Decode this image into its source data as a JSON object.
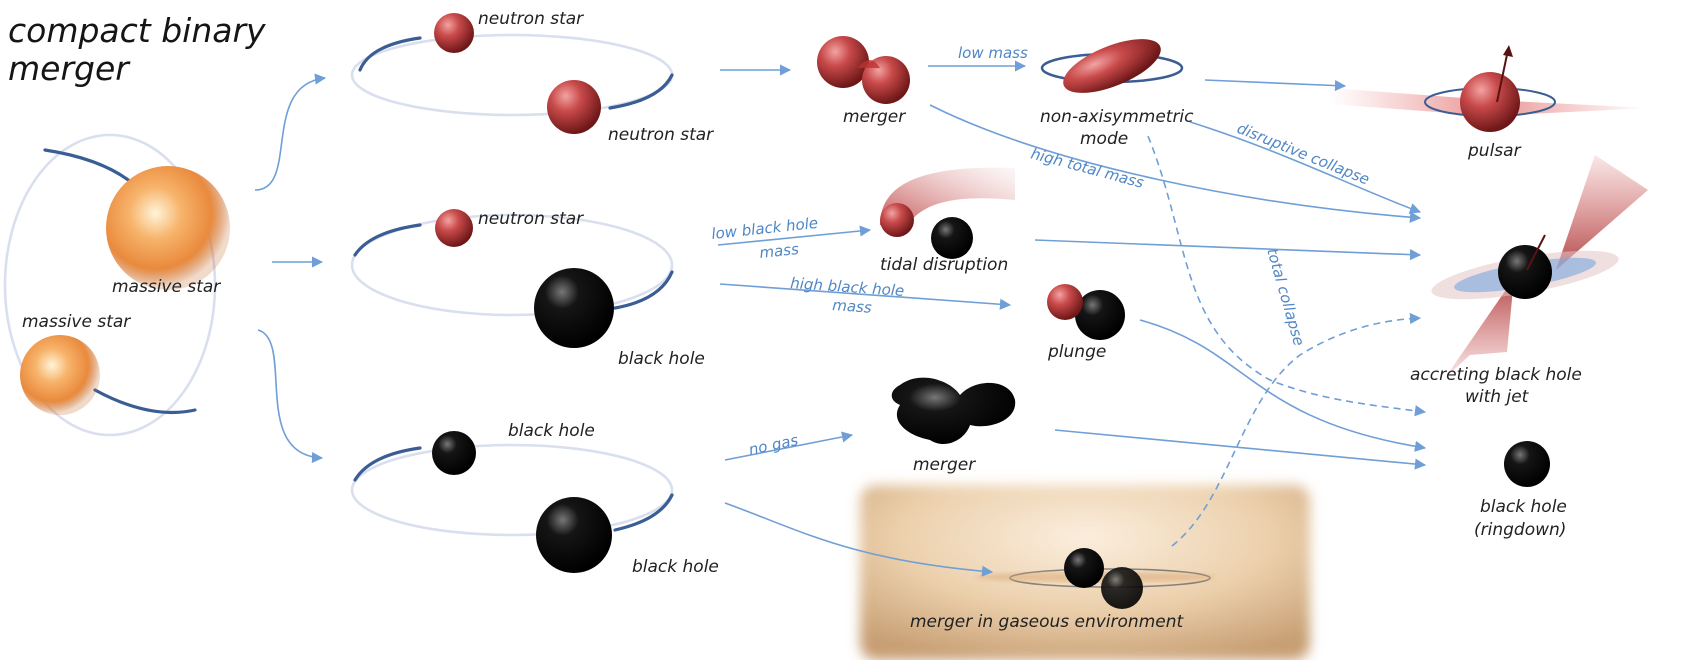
{
  "title": {
    "line1": "compact binary",
    "line2": "merger"
  },
  "progenitors": {
    "massive_star_upper": "massive star",
    "massive_star_lower": "massive star"
  },
  "binaries": {
    "ns_ns": {
      "top": "neutron star",
      "bottom": "neutron star"
    },
    "ns_bh": {
      "top": "neutron star",
      "bottom": "black hole"
    },
    "bh_bh": {
      "top": "black hole",
      "bottom": "black hole"
    }
  },
  "stages": {
    "ns_merger": "merger",
    "non_axisymmetric_line1": "non-axisymmetric",
    "non_axisymmetric_line2": "mode",
    "tidal_disruption": "tidal disruption",
    "plunge": "plunge",
    "bh_merger": "merger",
    "gas_merger": "merger in gaseous environment"
  },
  "outcomes": {
    "pulsar": "pulsar",
    "accreting_line1": "accreting black hole",
    "accreting_line2": "with jet",
    "ringdown_line1": "black hole",
    "ringdown_line2": "(ringdown)"
  },
  "arrow_labels": {
    "low_mass": "low mass",
    "high_total_mass": "high total mass",
    "disruptive_collapse": "disruptive collapse",
    "total_collapse": "total collapse",
    "low_bh_mass_line1": "low black hole",
    "low_bh_mass_line2": "mass",
    "high_bh_mass_line1": "high black hole",
    "high_bh_mass_line2": "mass",
    "no_gas": "no gas"
  },
  "colors": {
    "arrow": "#6f9fd6",
    "arrow_label": "#4f86c6",
    "neutron_star": "#c0393b",
    "black_hole": "#050505",
    "massive_star": "#f5a35a",
    "orbit_accent": "#3a5e94",
    "gas_background": "#e8c9a3"
  }
}
